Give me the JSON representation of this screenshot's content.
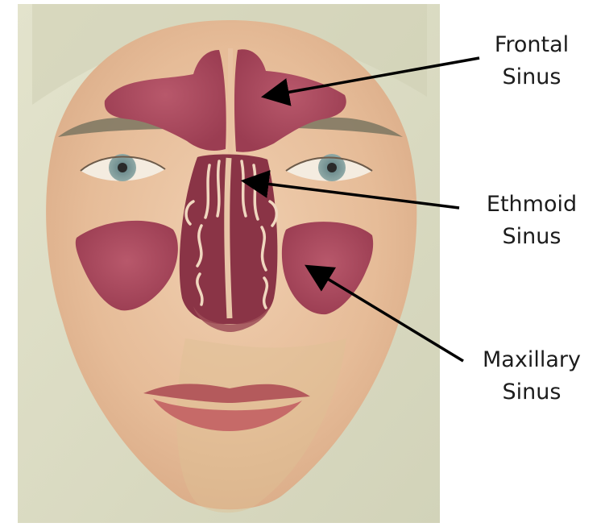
{
  "labels": {
    "frontal": {
      "line1": "Frontal",
      "line2": "Sinus"
    },
    "ethmoid": {
      "line1": "Ethmoid",
      "line2": "Sinus"
    },
    "maxillary": {
      "line1": "Maxillary",
      "line2": "Sinus"
    }
  },
  "colors": {
    "background_panel": "#dcdcc4",
    "skin": "#e9c2a2",
    "sinus": "#a7455a",
    "ethmoid": "#8a3446",
    "arrow": "#000000"
  }
}
